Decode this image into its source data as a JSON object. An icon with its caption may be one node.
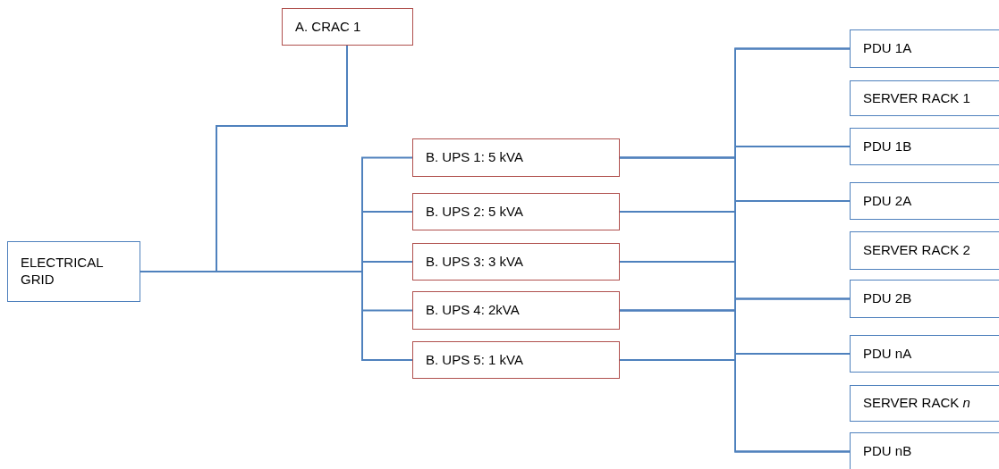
{
  "diagram": {
    "nodes": [
      {
        "text": [
          "ELECTRICAL GRID"
        ]
      },
      {
        "text": [
          "A. CRAC 1"
        ]
      },
      {
        "text": [
          "B. UPS 1: 5 kVA"
        ]
      },
      {
        "text": [
          "B. UPS 2: 5 kVA"
        ]
      },
      {
        "text": [
          "B. UPS 3: 3 kVA"
        ]
      },
      {
        "text": [
          "B. UPS 4: 2kVA"
        ]
      },
      {
        "text": [
          "B. UPS 5: 1 kVA"
        ]
      },
      {
        "text": [
          "PDU 1A"
        ]
      },
      {
        "text": [
          "SERVER RACK 1"
        ]
      },
      {
        "text": [
          "PDU 1B"
        ]
      },
      {
        "text": [
          "PDU 2A"
        ]
      },
      {
        "text": [
          "SERVER RACK 2"
        ]
      },
      {
        "text": [
          "PDU 2B"
        ]
      },
      {
        "text": [
          "PDU nA"
        ]
      },
      {
        "text": [
          "SERVER RACK *n*"
        ]
      },
      {
        "text": [
          "PDU nB"
        ]
      }
    ],
    "edges": [
      {
        "from": 0,
        "to": 1,
        "arrow": "none"
      },
      {
        "from": 0,
        "to": 2,
        "arrow": "none"
      },
      {
        "from": 0,
        "to": 3,
        "arrow": "none"
      },
      {
        "from": 0,
        "to": 4,
        "arrow": "none"
      },
      {
        "from": 0,
        "to": 5,
        "arrow": "none"
      },
      {
        "from": 0,
        "to": 6,
        "arrow": "none"
      },
      {
        "from": 2,
        "to": 7,
        "arrow": "none"
      },
      {
        "from": 2,
        "to": 9,
        "arrow": "none"
      },
      {
        "from": 2,
        "to": 10,
        "arrow": "none"
      },
      {
        "from": 2,
        "to": 12,
        "arrow": "none"
      },
      {
        "from": 2,
        "to": 13,
        "arrow": "none"
      },
      {
        "from": 2,
        "to": 15,
        "arrow": "none"
      },
      {
        "from": 3,
        "to": 7,
        "arrow": "none"
      },
      {
        "from": 3,
        "to": 9,
        "arrow": "none"
      },
      {
        "from": 3,
        "to": 10,
        "arrow": "none"
      },
      {
        "from": 3,
        "to": 12,
        "arrow": "none"
      },
      {
        "from": 3,
        "to": 13,
        "arrow": "none"
      },
      {
        "from": 3,
        "to": 15,
        "arrow": "none"
      },
      {
        "from": 4,
        "to": 7,
        "arrow": "none"
      },
      {
        "from": 4,
        "to": 9,
        "arrow": "none"
      },
      {
        "from": 4,
        "to": 10,
        "arrow": "none"
      },
      {
        "from": 4,
        "to": 12,
        "arrow": "none"
      },
      {
        "from": 4,
        "to": 13,
        "arrow": "none"
      },
      {
        "from": 4,
        "to": 15,
        "arrow": "none"
      },
      {
        "from": 5,
        "to": 7,
        "arrow": "none"
      },
      {
        "from": 5,
        "to": 9,
        "arrow": "none"
      },
      {
        "from": 5,
        "to": 10,
        "arrow": "none"
      },
      {
        "from": 5,
        "to": 12,
        "arrow": "none"
      },
      {
        "from": 5,
        "to": 13,
        "arrow": "none"
      },
      {
        "from": 5,
        "to": 15,
        "arrow": "none"
      },
      {
        "from": 6,
        "to": 7,
        "arrow": "none"
      },
      {
        "from": 6,
        "to": 9,
        "arrow": "none"
      },
      {
        "from": 6,
        "to": 10,
        "arrow": "none"
      },
      {
        "from": 6,
        "to": 12,
        "arrow": "none"
      },
      {
        "from": 6,
        "to": 13,
        "arrow": "none"
      },
      {
        "from": 6,
        "to": 15,
        "arrow": "none"
      }
    ]
  }
}
